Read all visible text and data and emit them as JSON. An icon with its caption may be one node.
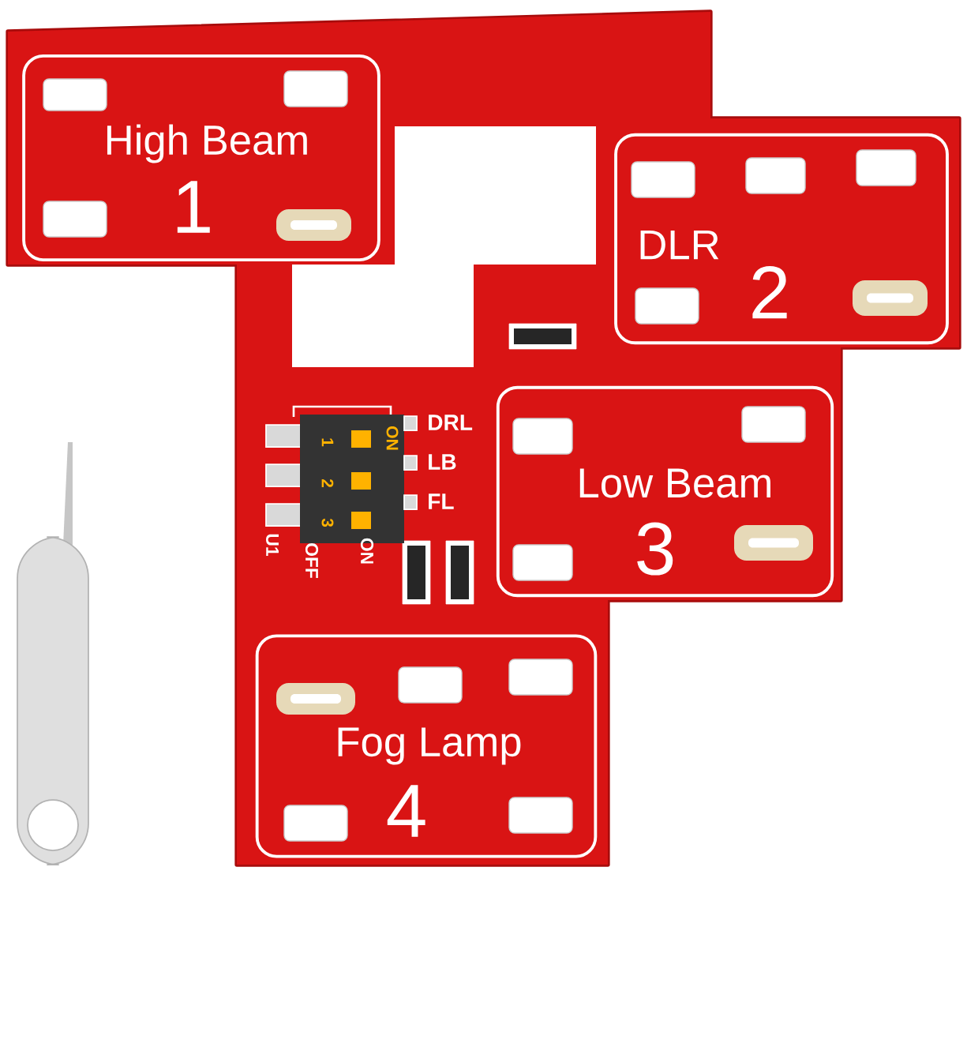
{
  "diagram": {
    "nodes": [
      {
        "text": [
          "High Beam",
          "1"
        ]
      },
      {
        "text": [
          "DLR",
          "2"
        ]
      },
      {
        "text": [
          "Low Beam",
          "3"
        ]
      },
      {
        "text": [
          "Fog Lamp",
          "4"
        ]
      }
    ],
    "labels": [
      "DRL",
      "LB",
      "FL",
      "ON",
      "1",
      "2",
      "3",
      "U1",
      "OFF",
      "ON"
    ]
  }
}
